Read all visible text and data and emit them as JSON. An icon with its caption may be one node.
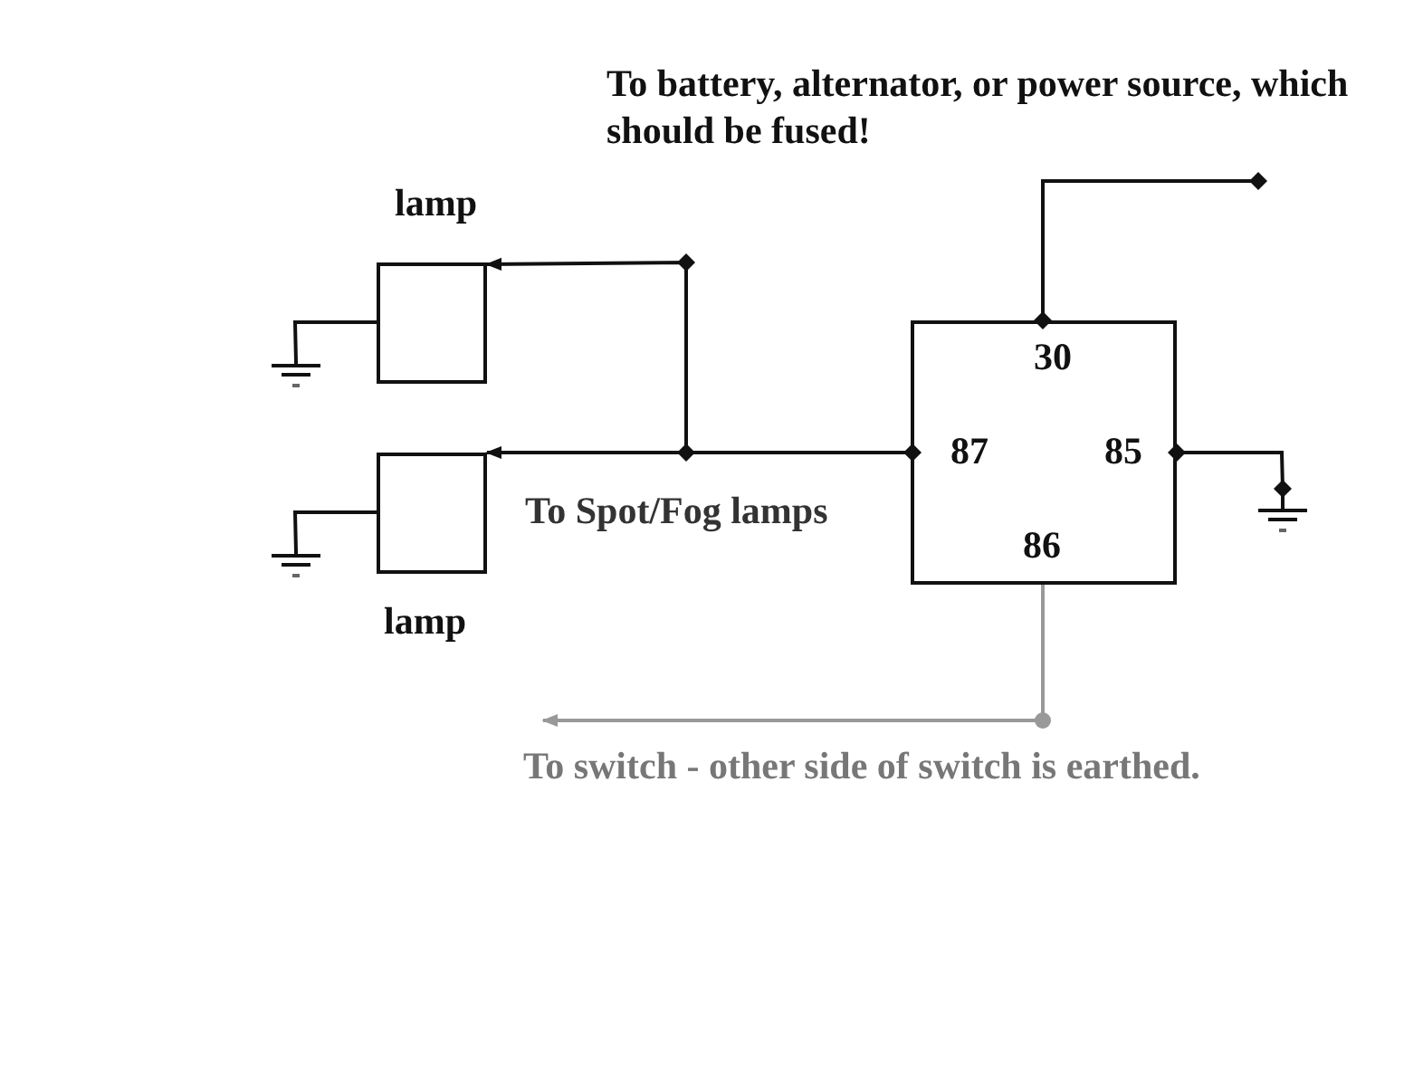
{
  "diagram": {
    "nodes": [
      {
        "text": [
          "lamp"
        ]
      },
      {
        "text": [
          "lamp"
        ]
      },
      {
        "text": [
          "30",
          "87",
          "85",
          "86"
        ]
      },
      {
        "text": [],
        "shape": "ground"
      },
      {
        "text": [],
        "shape": "ground"
      },
      {
        "text": [],
        "shape": "ground"
      },
      {
        "text": [
          "To switch - other side of switch is earthed."
        ]
      }
    ],
    "edges": [
      {
        "from": 2,
        "to": 0,
        "arrow": "to"
      },
      {
        "from": 2,
        "to": 1,
        "arrow": "to"
      },
      {
        "from": 0,
        "to": 3,
        "arrow": "none"
      },
      {
        "from": 1,
        "to": 4,
        "arrow": "none"
      },
      {
        "from": 2,
        "to": 5,
        "arrow": "other"
      },
      {
        "from": 2,
        "to": null,
        "arrow": "other"
      },
      {
        "from": 2,
        "to": 6,
        "arrow": "to",
        "color": "#999999"
      }
    ],
    "labels": [
      "To battery, alternator, or power source, which should be fused!",
      "To Spot/Fog lamps"
    ]
  }
}
